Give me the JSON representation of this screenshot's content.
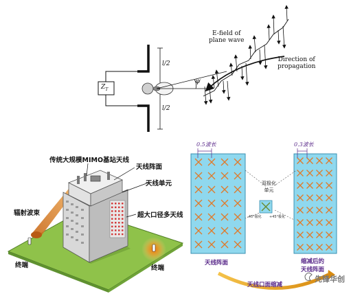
{
  "dipole": {
    "source_label": "Z",
    "source_sub": "T",
    "half_len_top": "l/2",
    "half_len_bottom": "l/2",
    "angle": "ψ",
    "efield_line1": "E-field of",
    "efield_line2": "plane wave",
    "direction_line1": "Direction of",
    "direction_line2": "propagation"
  },
  "station": {
    "title": "传统大规模MIMO基站天线",
    "array_panel": "天线阵面",
    "array_unit": "天线单元",
    "large_aperture": "超大口径多天线",
    "radiation_beam": "辐射波束",
    "terminal_left": "终端",
    "terminal_right": "终端"
  },
  "arrays": {
    "left_spacing": "0.5波长",
    "right_spacing": "0.3波长",
    "left_caption": "天线阵面",
    "right_caption_line1": "缩减后的",
    "right_caption_line2": "天线阵面",
    "dual_pol_line1": "双极化",
    "dual_pol_line2": "单元",
    "pol_minus": "-45°极化",
    "pol_plus": "+45°极化",
    "aperture_reduction": "天线口面缩减"
  },
  "watermark": "先锋华创",
  "colors": {
    "array_fill": "#8fd8ee",
    "array_stroke": "#3a8fb0",
    "cross": "#e07a2a",
    "ground": "#8fc24a",
    "purple": "#5a2a8a",
    "arrow_gold": "#e0a020"
  }
}
